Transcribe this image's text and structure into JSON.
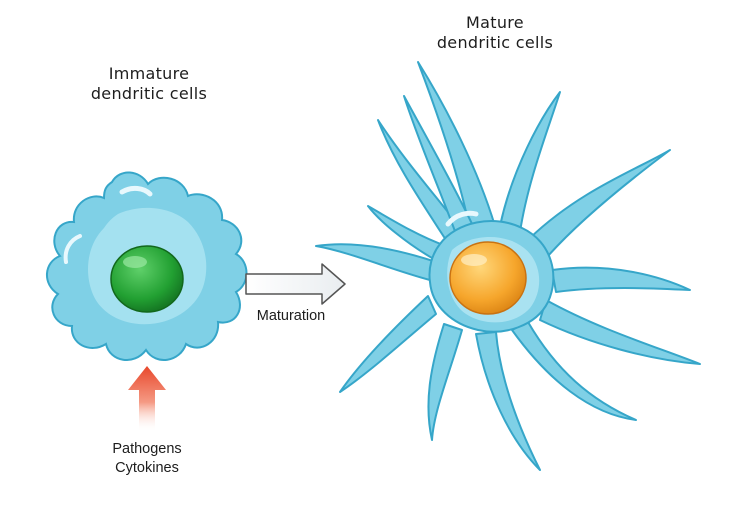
{
  "labels": {
    "immature_line1": "Immature",
    "immature_line2": "dendritic cells",
    "mature_line1": "Mature",
    "mature_line2": "dendritic cells",
    "maturation": "Maturation",
    "stimulus_line1": "Pathogens",
    "stimulus_line2": "Cytokines"
  },
  "colors": {
    "cell_fill": "#7fd0e6",
    "cell_edge": "#36a6c9",
    "cell_inner": "#a9e2f1",
    "immature_nucleus": "#2aa33a",
    "mature_nucleus": "#f3a530",
    "arrow_up": "#e8563a",
    "arrow_outline": "#555555"
  }
}
